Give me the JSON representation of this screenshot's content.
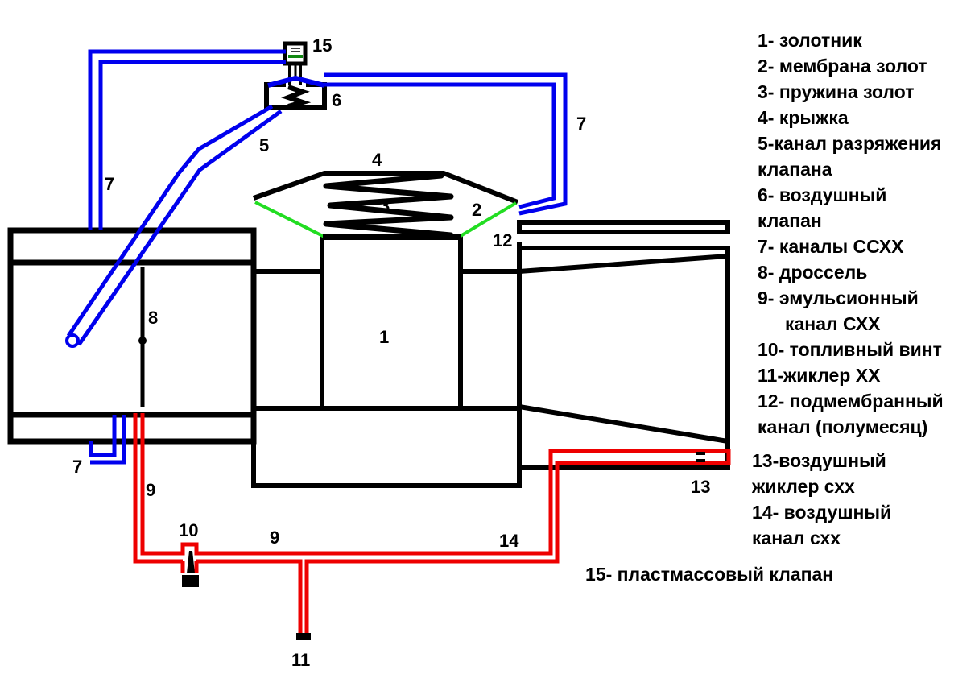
{
  "colors": {
    "body": "#000000",
    "idle_air_channel": "#0000ee",
    "fuel_channel": "#ee0000",
    "membrane": "#22dd22",
    "valve_disc": "#118811"
  },
  "callouts": {
    "n1": "1",
    "n2": "2",
    "n3": "3",
    "n4": "4",
    "n5": "5",
    "n6": "6",
    "n7_left": "7",
    "n7_right": "7",
    "n7_bottom": "7",
    "n8": "8",
    "n9_vertical": "9",
    "n9_horizontal": "9",
    "n10": "10",
    "n11": "11",
    "n12": "12",
    "n13": "13",
    "n14": "14",
    "n15": "15"
  },
  "legend": {
    "items": [
      "1- золотник",
      "2- мембрана золот",
      "3- пружина золот",
      "4- крыжка",
      "5-канал разряжения",
      "клапана",
      "6- воздушный",
      "клапан",
      "7- каналы ССХХ",
      "8- дроссель",
      "9-  эмульсионный",
      "канал СХХ",
      "10- топливный винт",
      "11-жиклер ХХ",
      "12- подмембранный",
      "канал (полумесяц)",
      "13-воздушный",
      "жиклер схх",
      "14- воздушный",
      "канал схх"
    ],
    "footer": "15- пластмассовый клапан"
  }
}
